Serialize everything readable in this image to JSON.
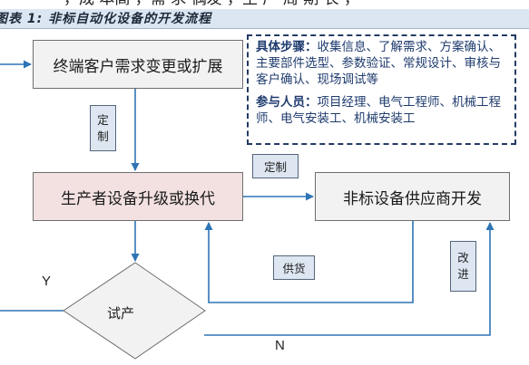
{
  "page_top_fragment": "，成 本高 ，需 求 偶发 ，生 产 周 期 长 ，",
  "figure_caption": "图表 1: 非标自动化设备的开发流程",
  "nodes": {
    "demand_change": "终端客户需求变更或扩展",
    "producer_upgrade": "生产者设备升级或换代",
    "supplier_develop": "非标设备供应商开发",
    "trial_production": "试产"
  },
  "info": {
    "steps_label": "具体步骤：",
    "steps_text": "收集信息、了解需求、方案确认、主要部件选型、参数验证、常规设计、审核与客户确认、现场调试等",
    "people_label": "参与人员：",
    "people_text": "项目经理、电气工程师、机械工程师、电气安装工、机械安装工"
  },
  "edge_labels": {
    "customize_vertical": [
      "定",
      "制"
    ],
    "customize_horizontal": "定制",
    "supply": "供货",
    "improve": [
      "改",
      "进"
    ],
    "yes": "Y",
    "no": "N"
  },
  "colors": {
    "arrow": "#2e74b5",
    "diamond_fill": "#f2f2f2",
    "info_border": "#243b63",
    "producer_fill": "#f3e1e2"
  }
}
